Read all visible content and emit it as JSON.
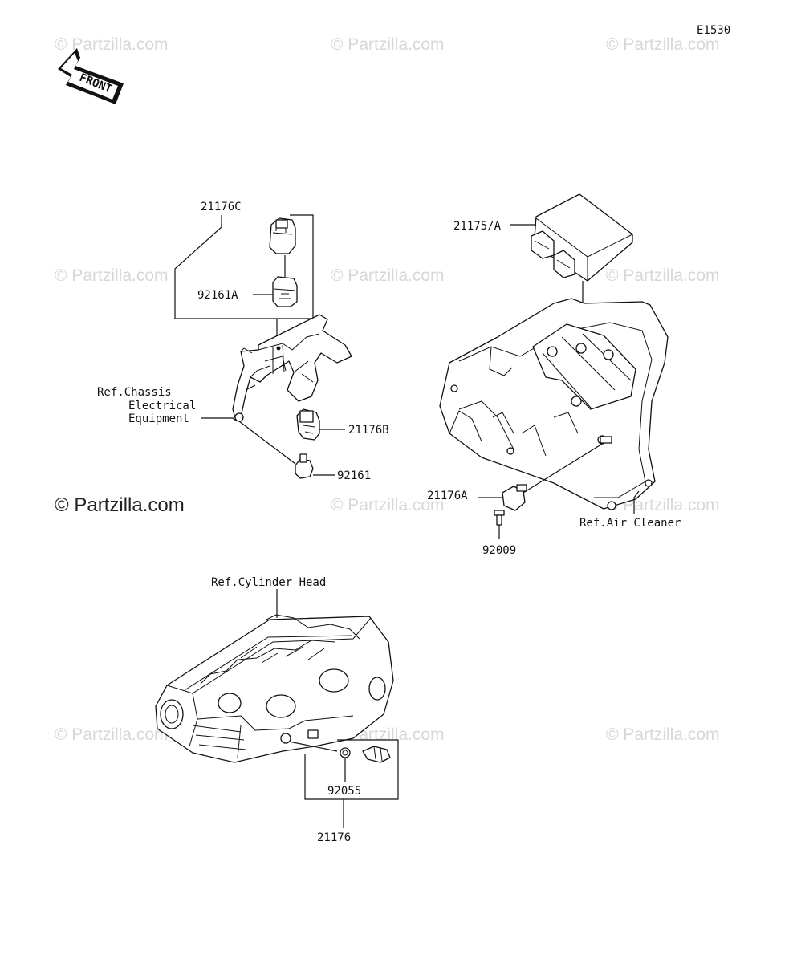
{
  "diagram_code": "E1530",
  "front_arrow_label": "FRONT",
  "watermark_text": "© Partzilla.com",
  "main_watermark": "© Partzilla.com",
  "labels": {
    "p21176C": "21176C",
    "p92161A": "92161A",
    "p21176B": "21176B",
    "p92161": "92161",
    "p21175A": "21175/A",
    "p21176A": "21176A",
    "p92009": "92009",
    "p92055": "92055",
    "p21176": "21176",
    "ref_chassis_1": "Ref.Chassis",
    "ref_chassis_2": "Electrical",
    "ref_chassis_3": "Equipment",
    "ref_air_cleaner": "Ref.Air Cleaner",
    "ref_cylinder_head": "Ref.Cylinder Head"
  }
}
